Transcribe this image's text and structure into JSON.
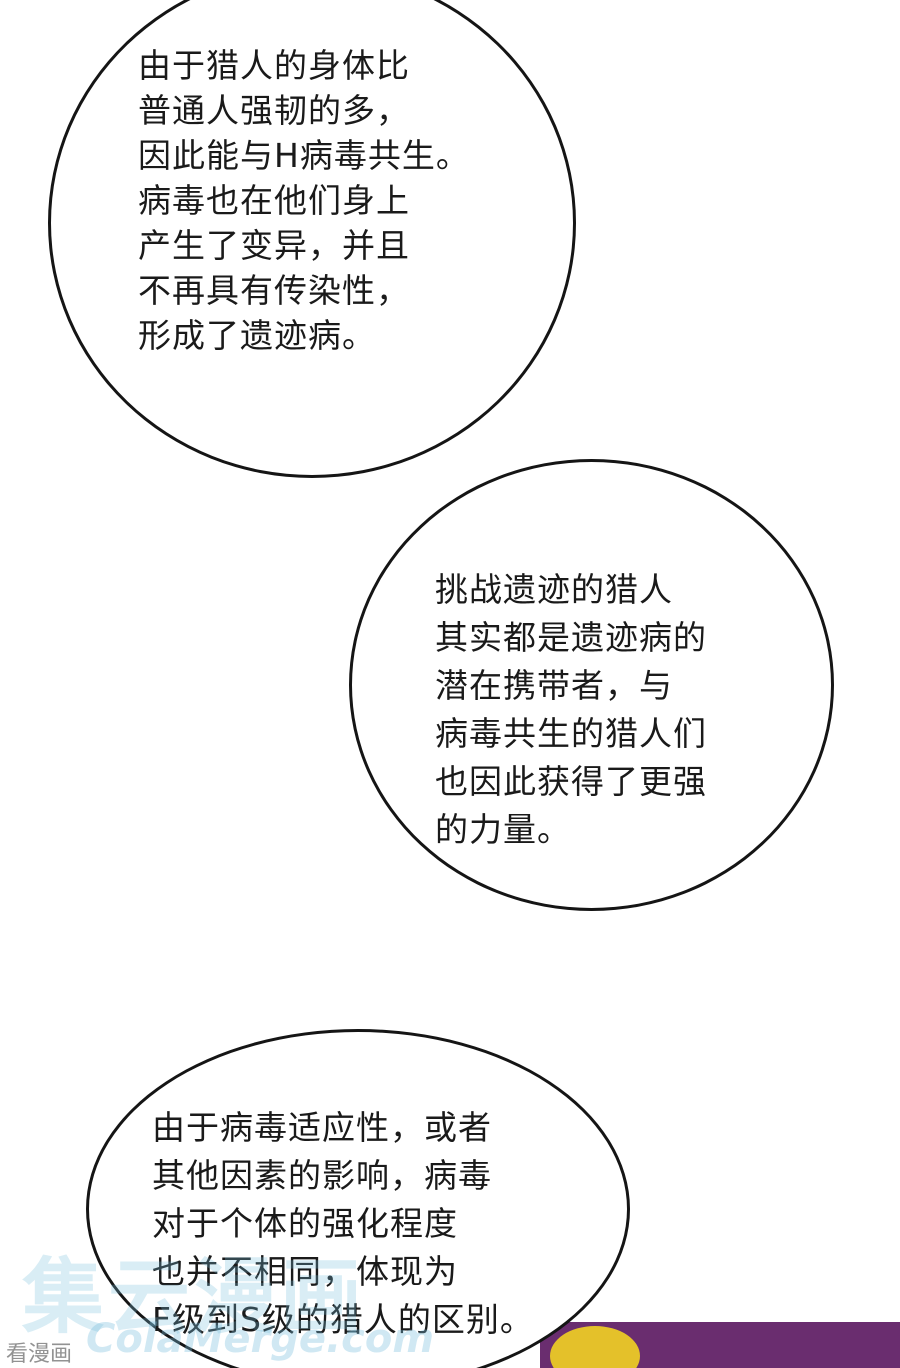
{
  "bubbles": [
    {
      "lines": [
        "由于猎人的身体比",
        "普通人强韧的多，",
        "因此能与H病毒共生。",
        "病毒也在他们身上",
        "产生了变异，并且",
        "不再具有传染性，",
        "形成了遗迹病。"
      ]
    },
    {
      "lines": [
        "挑战遗迹的猎人",
        "其实都是遗迹病的",
        "潜在携带者，与",
        "病毒共生的猎人们",
        "也因此获得了更强",
        "的力量。"
      ]
    },
    {
      "lines": [
        "由于病毒适应性，或者",
        "其他因素的影响，病毒",
        "对于个体的强化程度",
        "也并不相同，体现为",
        "F级到S级的猎人的区别。"
      ]
    }
  ],
  "watermark": {
    "main": "集云漫画",
    "sub": "ColaMerge.com",
    "corner": "看漫画"
  },
  "colors": {
    "background": "#ffffff",
    "outline": "#151515",
    "text": "#1a1a1a",
    "panel_purple": "#6a2d6f",
    "panel_yellow": "#e4c12a"
  }
}
